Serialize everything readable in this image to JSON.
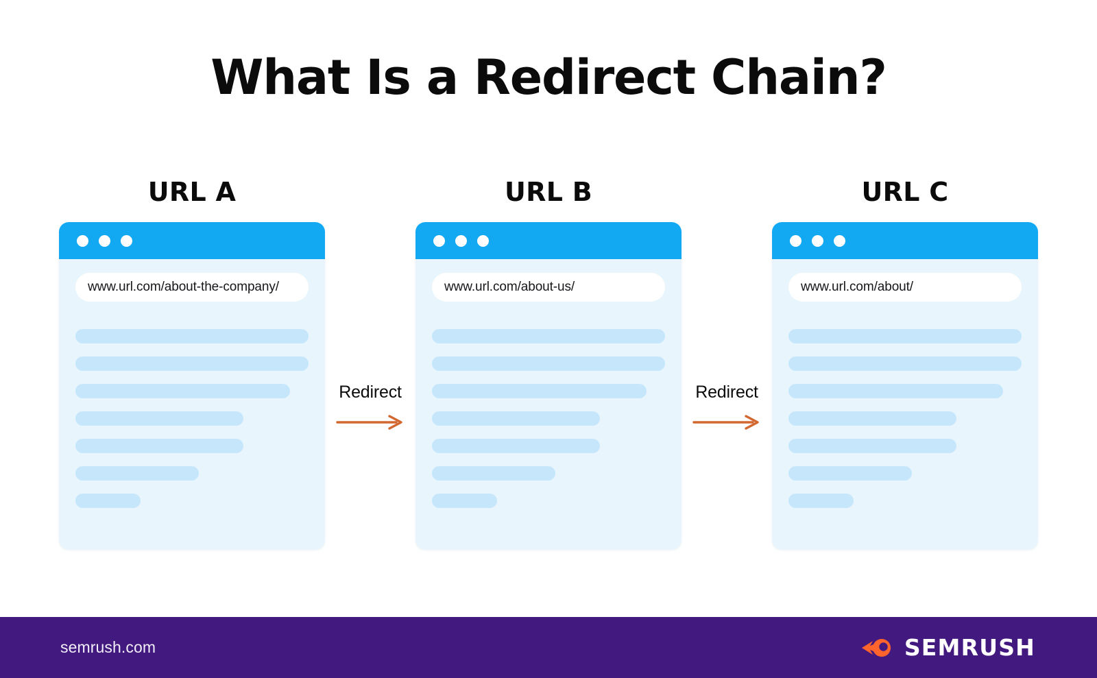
{
  "page": {
    "title": "What Is a Redirect Chain?",
    "background": "#ffffff"
  },
  "colors": {
    "titlebar_blue": "#13a8f2",
    "card_body": "#e8f5fd",
    "placeholder_bar": "#c6e7fb",
    "arrow_orange": "#d2682f",
    "footer_purple": "#42197e",
    "brand_orange": "#ff642d",
    "text_dark": "#0b0b0b"
  },
  "diagram": {
    "cards": [
      {
        "label": "URL A",
        "url": "www.url.com/about-the-company/",
        "dots": [
          "dot-1",
          "dot-2",
          "dot-3"
        ],
        "line_widths": [
          "100%",
          "100%",
          "92%",
          "72%",
          "72%",
          "53%",
          "28%"
        ]
      },
      {
        "label": "URL B",
        "url": "www.url.com/about-us/",
        "dots": [
          "dot-1",
          "dot-2",
          "dot-3"
        ],
        "line_widths": [
          "100%",
          "100%",
          "92%",
          "72%",
          "72%",
          "53%",
          "28%"
        ]
      },
      {
        "label": "URL C",
        "url": "www.url.com/about/",
        "dots": [
          "dot-1",
          "dot-2",
          "dot-3"
        ],
        "line_widths": [
          "100%",
          "100%",
          "92%",
          "72%",
          "72%",
          "53%",
          "28%"
        ]
      }
    ],
    "connectors": [
      {
        "label": "Redirect",
        "icon": "arrow-right-icon"
      },
      {
        "label": "Redirect",
        "icon": "arrow-right-icon"
      }
    ]
  },
  "footer": {
    "site": "semrush.com",
    "brand_name": "SEMRUSH",
    "brand_icon": "semrush-comet-logo-icon"
  }
}
